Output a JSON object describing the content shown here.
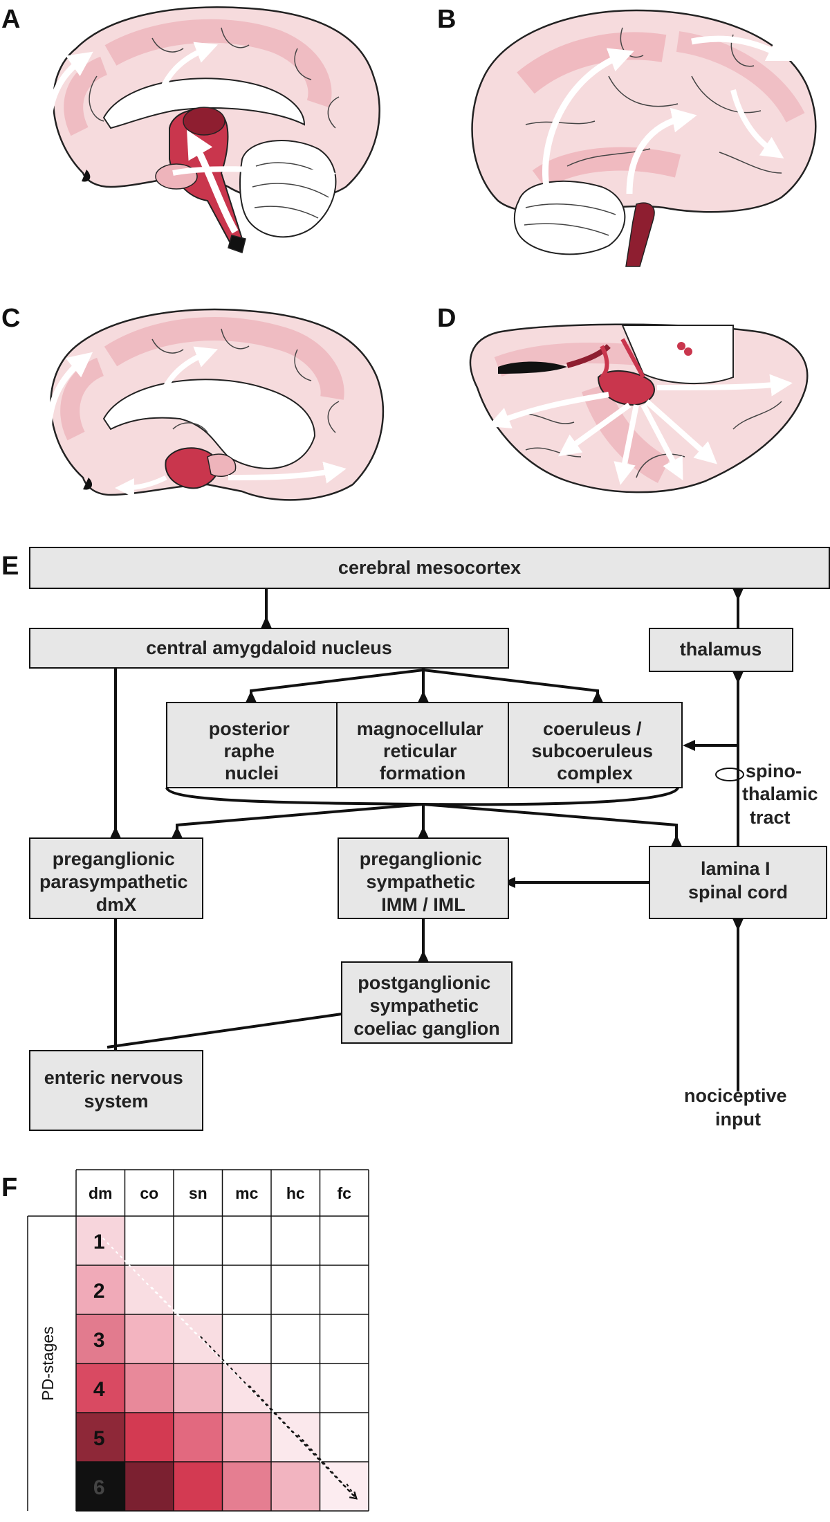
{
  "panel_labels": {
    "a": "A",
    "b": "B",
    "c": "C",
    "d": "D",
    "e": "E",
    "f": "F"
  },
  "flowchart": {
    "cerebral_mesocortex": "cerebral mesocortex",
    "central_amygdaloid_nucleus": "central amygdaloid nucleus",
    "thalamus": "thalamus",
    "posterior_raphe_nuclei": [
      "posterior",
      "raphe",
      "nuclei"
    ],
    "magnocellular_reticular_formation": [
      "magnocellular",
      "reticular",
      "formation"
    ],
    "coeruleus_complex": [
      "coeruleus /",
      "subcoeruleus",
      "complex"
    ],
    "spinothalamic_tract": [
      "spino-",
      "thalamic",
      "tract"
    ],
    "preganglionic_parasympathetic": [
      "preganglionic",
      "parasympathetic",
      "dmX"
    ],
    "preganglionic_sympathetic": [
      "preganglionic",
      "sympathetic",
      "IMM / IML"
    ],
    "lamina_spinal_cord": [
      "lamina I",
      "spinal cord"
    ],
    "postganglionic_sympathetic": [
      "postganglionic",
      "sympathetic",
      "coeliac ganglion"
    ],
    "enteric_nervous_system": [
      "enteric nervous",
      "system"
    ],
    "nociceptive_input": [
      "nociceptive",
      "input"
    ]
  },
  "stage_table": {
    "axis_label": "PD-stages",
    "columns": [
      "dm",
      "co",
      "sn",
      "mc",
      "hc",
      "fc"
    ],
    "stages": [
      "1",
      "2",
      "3",
      "4",
      "5",
      "6"
    ],
    "cell_colors": [
      [
        "#f7d5dc",
        "#ffffff",
        "#ffffff",
        "#ffffff",
        "#ffffff",
        "#ffffff"
      ],
      [
        "#f0aab8",
        "#f9dde2",
        "#ffffff",
        "#ffffff",
        "#ffffff",
        "#ffffff"
      ],
      [
        "#e27b8e",
        "#f3b4c0",
        "#f9dde2",
        "#ffffff",
        "#ffffff",
        "#ffffff"
      ],
      [
        "#d94a62",
        "#e8899a",
        "#f1b2be",
        "#fae2e7",
        "#ffffff",
        "#ffffff"
      ],
      [
        "#8e2838",
        "#d33a52",
        "#e2697f",
        "#efa5b3",
        "#fbe8ec",
        "#ffffff"
      ],
      [
        "#111111",
        "#7b2030",
        "#d33a52",
        "#e57e91",
        "#f2b4c0",
        "#fcecf0"
      ]
    ]
  },
  "colors": {
    "brain_light": "#f6dbdd",
    "brain_mid": "#eeb4bb",
    "region_deep": "#c9364d",
    "region_dark": "#8e1e30",
    "box_fill": "#e7e7e7"
  }
}
